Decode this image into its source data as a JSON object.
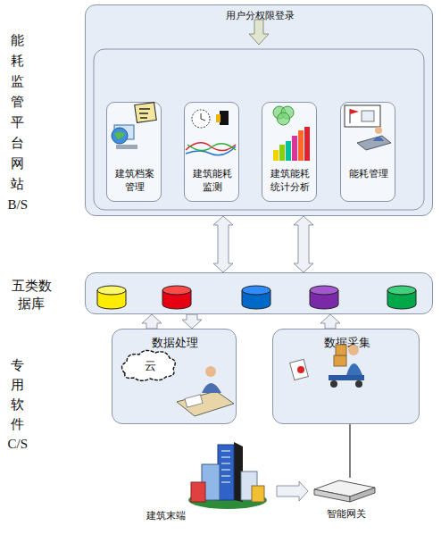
{
  "diagram": {
    "nodes": [
      {
        "text": [
          "能耗监管平台网站B/S",
          "用户分权限登录"
        ]
      },
      {
        "text": [
          "建筑档案管理"
        ],
        "in": 0
      },
      {
        "text": [
          "建筑能耗监测"
        ],
        "in": 0
      },
      {
        "text": [
          "建筑能耗统计分析"
        ],
        "in": 0
      },
      {
        "text": [
          "能耗管理"
        ],
        "in": 0
      },
      {
        "text": [
          "五类数据库"
        ]
      },
      {
        "text": [
          "数据处理"
        ]
      },
      {
        "text": [
          "数据采集"
        ]
      },
      {
        "text": [
          "建筑末端"
        ]
      },
      {
        "text": [
          "智能网关"
        ]
      }
    ],
    "edges": [
      {
        "from": 0,
        "to": 5,
        "arrow": "both"
      },
      {
        "from": 0,
        "to": 5,
        "arrow": "both"
      },
      {
        "from": 6,
        "to": 5,
        "arrow": "to"
      },
      {
        "from": 5,
        "to": 6,
        "arrow": "to"
      },
      {
        "from": 7,
        "to": 5,
        "arrow": "to"
      },
      {
        "from": 8,
        "to": 9,
        "arrow": "to"
      },
      {
        "from": 9,
        "to": 7,
        "arrow": "none"
      }
    ],
    "labels": [
      "专用软件C/S",
      "云"
    ]
  }
}
